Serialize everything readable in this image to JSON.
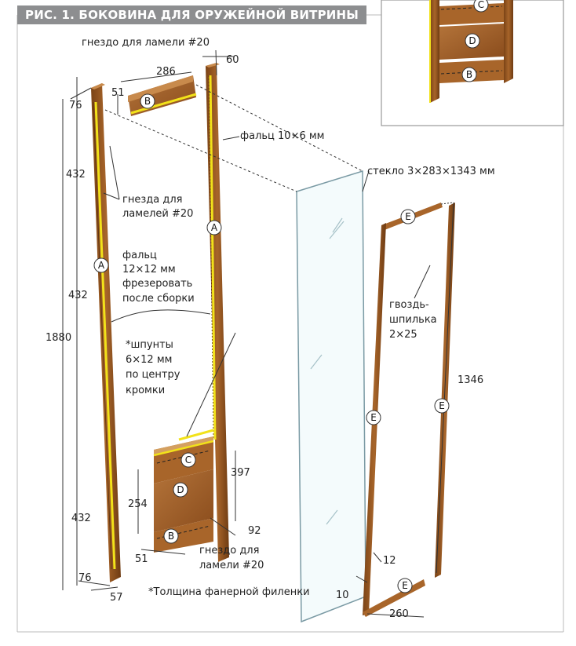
{
  "title": "РИС. 1. БОКОВИНА ДЛЯ ОРУЖЕЙНОЙ ВИТРИНЫ",
  "parts": {
    "a": "A",
    "b": "B",
    "c": "C",
    "d": "D",
    "e": "E"
  },
  "labels": {
    "slot_top": "гнездо для ламели #20",
    "rabbet_10x6": "фальц 10×6 мм",
    "slots_line1": "гнезда для",
    "slots_line2": "ламелей #20",
    "glass": "стекло 3×283×1343 мм",
    "rabbet_line1": "фальц",
    "rabbet_line2": "12×12 мм",
    "rabbet_line3": "фрезеровать",
    "rabbet_line4": "после сборки",
    "nail_line1": "гвоздь-",
    "nail_line2": "шпилька",
    "nail_line3": "2×25",
    "groove_line1": "*шпунты",
    "groove_line2": "6×12 мм",
    "groove_line3": "по центру",
    "groove_line4": "кромки",
    "slot_bottom_line1": "гнездо для",
    "slot_bottom_line2": "ламели #20",
    "footnote": "*Толщина фанерной филенки"
  },
  "dims": {
    "d286": "286",
    "d60": "60",
    "d51_top": "51",
    "d76_top": "76",
    "d432_a": "432",
    "d432_b": "432",
    "d1880": "1880",
    "d432_c": "432",
    "d76_bot": "76",
    "d57": "57",
    "d397": "397",
    "d254": "254",
    "d92": "92",
    "d51_bot": "51",
    "d1346": "1346",
    "d12": "12",
    "d10": "10",
    "d260": "260"
  },
  "colors": {
    "wood": "#9a5a22",
    "wood_dark": "#6e3b12",
    "wood_light": "#b97a3c",
    "yellow": "#f2e21a",
    "line": "#333333",
    "title_bg": "#8d8e90"
  }
}
